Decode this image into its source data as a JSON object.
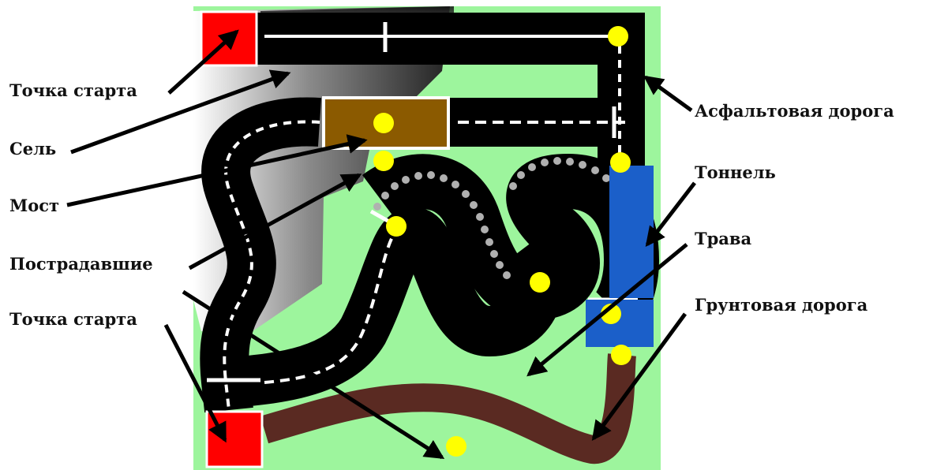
{
  "labels": {
    "start_top": "Точка старта",
    "mudflow": "Сель",
    "bridge": "Мост",
    "victims": "Пострадавшие",
    "start_bottom": "Точка старта",
    "asphalt_road": "Асфальтовая дорога",
    "tunnel": "Тоннель",
    "grass": "Трава",
    "dirt_road": "Грунтовая дорога"
  },
  "colors": {
    "grass": "#9df59d",
    "asphalt": "#000000",
    "start_zone": "#ff0000",
    "bridge": "#8b5a00",
    "tunnel": "#1b5fc9",
    "dirt_road": "#5a2a22",
    "victim": "#ffff00",
    "road_marking": "#ffffff",
    "mudflow_dots": "#b0b0b0"
  },
  "icons": [
    "arrow-icon",
    "victim-marker-icon"
  ]
}
